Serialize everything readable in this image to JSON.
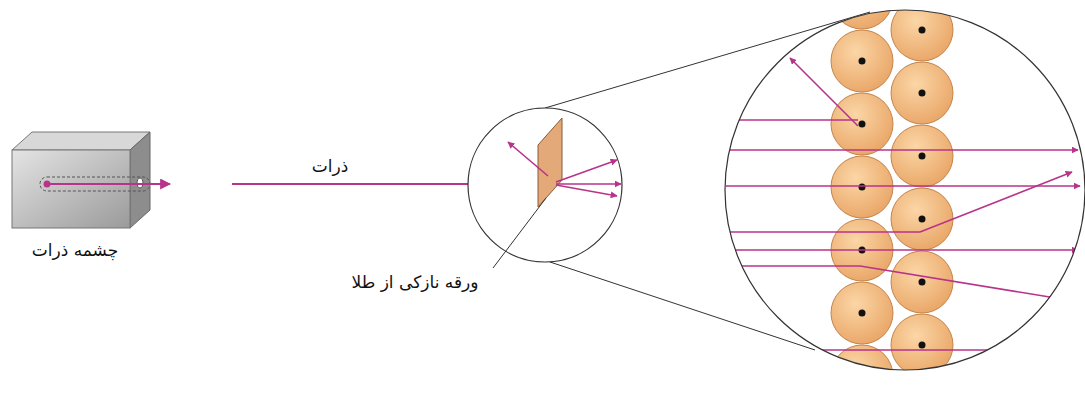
{
  "diagram": {
    "labels": [
      "ذرات",
      "چشمه ذرات",
      "ورقه نازکی از طلا"
    ]
  }
}
